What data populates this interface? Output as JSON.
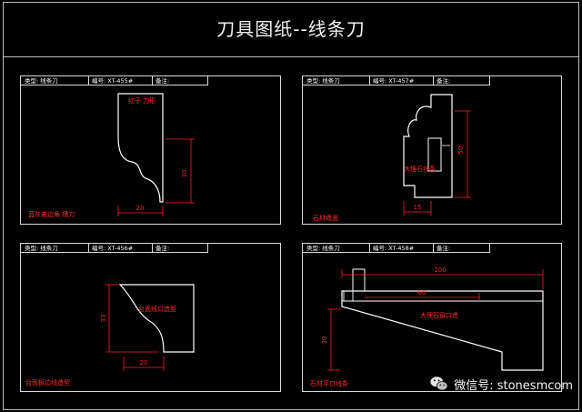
{
  "title": "刀具图纸--线条刀",
  "watermark": "微信号: stonesmcom",
  "watermark_icon": "wechat-icon",
  "colors": {
    "frame": "#d9d9d9",
    "profile": "#ffffff",
    "dim": "#ff2020",
    "label": "#ff2b2b"
  },
  "panels": [
    {
      "type_label": "类型: 线条刀",
      "code_label": "编号: XT-455#",
      "note_label": "备注:",
      "dims": [
        "20",
        "30"
      ],
      "inner_label": "红子 刀形",
      "footer_label": "蓝灰岩边角 槽刀"
    },
    {
      "type_label": "类型: 线条刀",
      "code_label": "编号: XT-457#",
      "note_label": "备注:",
      "dims": [
        "15",
        "50"
      ],
      "inner_label": "大理石线条",
      "footer_label": "石材墙面"
    },
    {
      "type_label": "类型: 线条刀",
      "code_label": "编号: XT-456#",
      "note_label": "备注:",
      "dims": [
        "20",
        "33"
      ],
      "inner_label": "台面线口造型",
      "footer_label": "台面板边线造型"
    },
    {
      "type_label": "类型: 线条刀",
      "code_label": "编号: XT-458#",
      "note_label": "备注:",
      "dims": [
        "100",
        "60",
        "30"
      ],
      "inner_label": "大理石窗口造",
      "footer_label": "石材平口线条"
    }
  ]
}
